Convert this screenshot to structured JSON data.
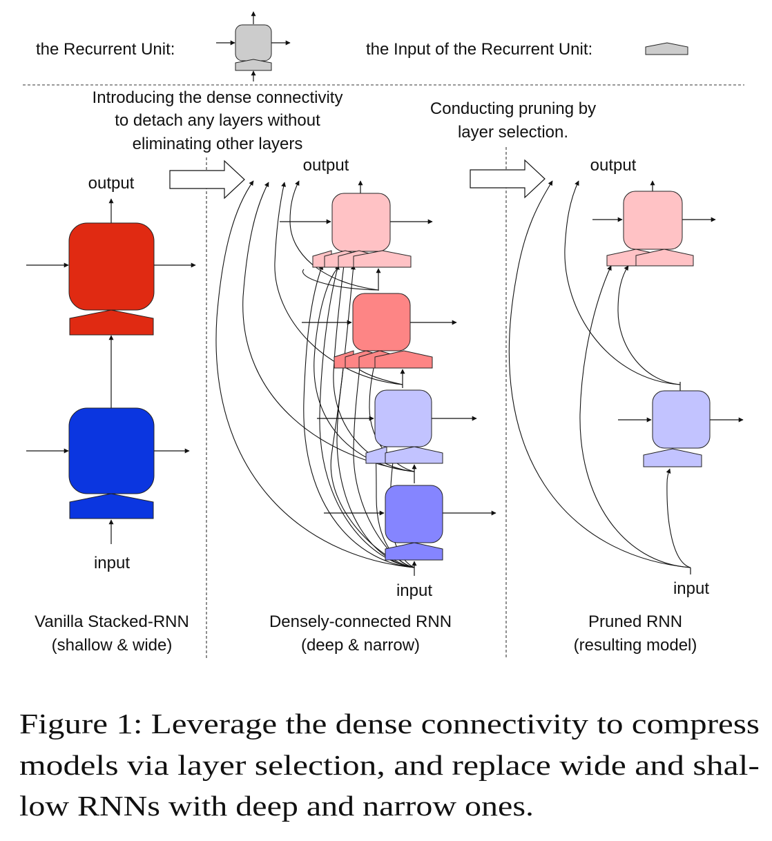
{
  "legend": {
    "recurrent_unit_label": "the Recurrent Unit:",
    "input_unit_label": "the Input of the Recurrent Unit:"
  },
  "annotations": {
    "dense_line1": "Introducing the dense connectivity",
    "dense_line2": "to detach any layers without",
    "dense_line3": "eliminating other layers",
    "prune_line1": "Conducting pruning by",
    "prune_line2": "layer selection."
  },
  "panels": {
    "vanilla": {
      "output_label": "output",
      "input_label": "input",
      "title_line1": "Vanilla Stacked-RNN",
      "title_line2": "(shallow & wide)"
    },
    "dense": {
      "output_label": "output",
      "input_label": "input",
      "title_line1": "Densely-connected RNN",
      "title_line2": "(deep & narrow)"
    },
    "pruned": {
      "output_label": "output",
      "input_label": "input",
      "title_line1": "Pruned RNN",
      "title_line2": "(resulting model)"
    }
  },
  "colors": {
    "legend_unit": "#cccccc",
    "vanilla_top": "#e02a12",
    "vanilla_bottom": "#0b36e0",
    "dense_layer1": "#8585ff",
    "dense_layer2": "#c2c3ff",
    "dense_layer3": "#fd8585",
    "dense_layer4": "#ffc2c5"
  },
  "caption": {
    "line1": "Figure 1: Leverage the dense connectivity to compress",
    "line2": "models via layer selection, and replace wide and shal-",
    "line3": "low RNNs with deep and narrow ones."
  }
}
